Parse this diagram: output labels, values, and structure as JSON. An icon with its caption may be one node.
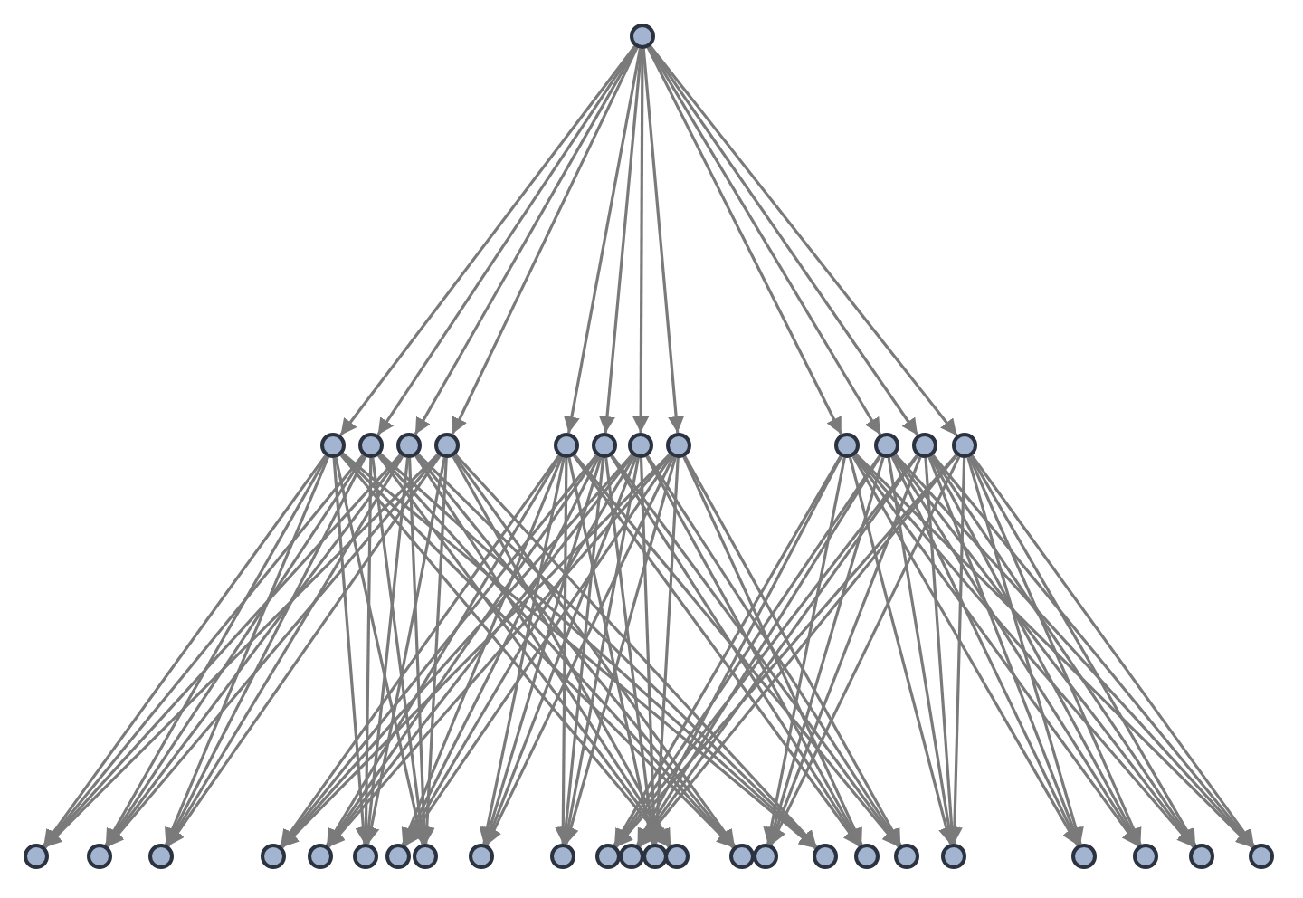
{
  "diagram": {
    "nodes": [
      {
        "text": [],
        "shape": "circle"
      },
      {
        "text": [],
        "shape": "circle"
      },
      {
        "text": [],
        "shape": "circle"
      },
      {
        "text": [],
        "shape": "circle"
      },
      {
        "text": [],
        "shape": "circle"
      },
      {
        "text": [],
        "shape": "circle"
      },
      {
        "text": [],
        "shape": "circle"
      },
      {
        "text": [],
        "shape": "circle"
      },
      {
        "text": [],
        "shape": "circle"
      },
      {
        "text": [],
        "shape": "circle"
      },
      {
        "text": [],
        "shape": "circle"
      },
      {
        "text": [],
        "shape": "circle"
      },
      {
        "text": [],
        "shape": "circle"
      },
      {
        "text": [],
        "shape": "circle"
      },
      {
        "text": [],
        "shape": "circle"
      },
      {
        "text": [],
        "shape": "circle"
      },
      {
        "text": [],
        "shape": "circle"
      },
      {
        "text": [],
        "shape": "circle"
      },
      {
        "text": [],
        "shape": "circle"
      },
      {
        "text": [],
        "shape": "circle"
      },
      {
        "text": [],
        "shape": "circle"
      },
      {
        "text": [],
        "shape": "circle"
      },
      {
        "text": [],
        "shape": "circle"
      },
      {
        "text": [],
        "shape": "circle"
      },
      {
        "text": [],
        "shape": "circle"
      },
      {
        "text": [],
        "shape": "circle"
      },
      {
        "text": [],
        "shape": "circle"
      },
      {
        "text": [],
        "shape": "circle"
      },
      {
        "text": [],
        "shape": "circle"
      },
      {
        "text": [],
        "shape": "circle"
      },
      {
        "text": [],
        "shape": "circle"
      },
      {
        "text": [],
        "shape": "circle"
      },
      {
        "text": [],
        "shape": "circle"
      },
      {
        "text": [],
        "shape": "circle"
      },
      {
        "text": [],
        "shape": "circle"
      },
      {
        "text": [],
        "shape": "circle"
      },
      {
        "text": [],
        "shape": "circle"
      }
    ],
    "edges": [
      {
        "from": 0,
        "to": 1,
        "arrow": "to"
      },
      {
        "from": 0,
        "to": 2,
        "arrow": "to"
      },
      {
        "from": 0,
        "to": 3,
        "arrow": "to"
      },
      {
        "from": 0,
        "to": 4,
        "arrow": "to"
      },
      {
        "from": 0,
        "to": 5,
        "arrow": "to"
      },
      {
        "from": 0,
        "to": 6,
        "arrow": "to"
      },
      {
        "from": 0,
        "to": 7,
        "arrow": "to"
      },
      {
        "from": 0,
        "to": 8,
        "arrow": "to"
      },
      {
        "from": 0,
        "to": 9,
        "arrow": "to"
      },
      {
        "from": 0,
        "to": 10,
        "arrow": "to"
      },
      {
        "from": 0,
        "to": 11,
        "arrow": "to"
      },
      {
        "from": 0,
        "to": 12,
        "arrow": "to"
      },
      {
        "from": 1,
        "to": 13,
        "arrow": "to"
      },
      {
        "from": 1,
        "to": 14,
        "arrow": "to"
      },
      {
        "from": 1,
        "to": 15,
        "arrow": "to"
      },
      {
        "from": 1,
        "to": 18,
        "arrow": "to"
      },
      {
        "from": 1,
        "to": 20,
        "arrow": "to"
      },
      {
        "from": 1,
        "to": 26,
        "arrow": "to"
      },
      {
        "from": 1,
        "to": 27,
        "arrow": "to"
      },
      {
        "from": 1,
        "to": 29,
        "arrow": "to"
      },
      {
        "from": 2,
        "to": 13,
        "arrow": "to"
      },
      {
        "from": 2,
        "to": 14,
        "arrow": "to"
      },
      {
        "from": 2,
        "to": 15,
        "arrow": "to"
      },
      {
        "from": 2,
        "to": 18,
        "arrow": "to"
      },
      {
        "from": 2,
        "to": 20,
        "arrow": "to"
      },
      {
        "from": 2,
        "to": 26,
        "arrow": "to"
      },
      {
        "from": 2,
        "to": 27,
        "arrow": "to"
      },
      {
        "from": 2,
        "to": 29,
        "arrow": "to"
      },
      {
        "from": 3,
        "to": 13,
        "arrow": "to"
      },
      {
        "from": 3,
        "to": 14,
        "arrow": "to"
      },
      {
        "from": 3,
        "to": 15,
        "arrow": "to"
      },
      {
        "from": 3,
        "to": 18,
        "arrow": "to"
      },
      {
        "from": 3,
        "to": 20,
        "arrow": "to"
      },
      {
        "from": 3,
        "to": 26,
        "arrow": "to"
      },
      {
        "from": 3,
        "to": 27,
        "arrow": "to"
      },
      {
        "from": 3,
        "to": 29,
        "arrow": "to"
      },
      {
        "from": 4,
        "to": 13,
        "arrow": "to"
      },
      {
        "from": 4,
        "to": 14,
        "arrow": "to"
      },
      {
        "from": 4,
        "to": 15,
        "arrow": "to"
      },
      {
        "from": 4,
        "to": 18,
        "arrow": "to"
      },
      {
        "from": 4,
        "to": 20,
        "arrow": "to"
      },
      {
        "from": 4,
        "to": 26,
        "arrow": "to"
      },
      {
        "from": 4,
        "to": 27,
        "arrow": "to"
      },
      {
        "from": 4,
        "to": 29,
        "arrow": "to"
      },
      {
        "from": 5,
        "to": 16,
        "arrow": "to"
      },
      {
        "from": 5,
        "to": 17,
        "arrow": "to"
      },
      {
        "from": 5,
        "to": 19,
        "arrow": "to"
      },
      {
        "from": 5,
        "to": 21,
        "arrow": "to"
      },
      {
        "from": 5,
        "to": 22,
        "arrow": "to"
      },
      {
        "from": 5,
        "to": 25,
        "arrow": "to"
      },
      {
        "from": 5,
        "to": 30,
        "arrow": "to"
      },
      {
        "from": 5,
        "to": 31,
        "arrow": "to"
      },
      {
        "from": 6,
        "to": 16,
        "arrow": "to"
      },
      {
        "from": 6,
        "to": 17,
        "arrow": "to"
      },
      {
        "from": 6,
        "to": 19,
        "arrow": "to"
      },
      {
        "from": 6,
        "to": 21,
        "arrow": "to"
      },
      {
        "from": 6,
        "to": 22,
        "arrow": "to"
      },
      {
        "from": 6,
        "to": 25,
        "arrow": "to"
      },
      {
        "from": 6,
        "to": 30,
        "arrow": "to"
      },
      {
        "from": 6,
        "to": 31,
        "arrow": "to"
      },
      {
        "from": 7,
        "to": 16,
        "arrow": "to"
      },
      {
        "from": 7,
        "to": 17,
        "arrow": "to"
      },
      {
        "from": 7,
        "to": 19,
        "arrow": "to"
      },
      {
        "from": 7,
        "to": 21,
        "arrow": "to"
      },
      {
        "from": 7,
        "to": 22,
        "arrow": "to"
      },
      {
        "from": 7,
        "to": 25,
        "arrow": "to"
      },
      {
        "from": 7,
        "to": 30,
        "arrow": "to"
      },
      {
        "from": 7,
        "to": 31,
        "arrow": "to"
      },
      {
        "from": 8,
        "to": 16,
        "arrow": "to"
      },
      {
        "from": 8,
        "to": 17,
        "arrow": "to"
      },
      {
        "from": 8,
        "to": 19,
        "arrow": "to"
      },
      {
        "from": 8,
        "to": 21,
        "arrow": "to"
      },
      {
        "from": 8,
        "to": 22,
        "arrow": "to"
      },
      {
        "from": 8,
        "to": 25,
        "arrow": "to"
      },
      {
        "from": 8,
        "to": 30,
        "arrow": "to"
      },
      {
        "from": 8,
        "to": 31,
        "arrow": "to"
      },
      {
        "from": 9,
        "to": 23,
        "arrow": "to"
      },
      {
        "from": 9,
        "to": 24,
        "arrow": "to"
      },
      {
        "from": 9,
        "to": 28,
        "arrow": "to"
      },
      {
        "from": 9,
        "to": 32,
        "arrow": "to"
      },
      {
        "from": 9,
        "to": 33,
        "arrow": "to"
      },
      {
        "from": 9,
        "to": 34,
        "arrow": "to"
      },
      {
        "from": 9,
        "to": 35,
        "arrow": "to"
      },
      {
        "from": 9,
        "to": 36,
        "arrow": "to"
      },
      {
        "from": 10,
        "to": 23,
        "arrow": "to"
      },
      {
        "from": 10,
        "to": 24,
        "arrow": "to"
      },
      {
        "from": 10,
        "to": 28,
        "arrow": "to"
      },
      {
        "from": 10,
        "to": 32,
        "arrow": "to"
      },
      {
        "from": 10,
        "to": 33,
        "arrow": "to"
      },
      {
        "from": 10,
        "to": 34,
        "arrow": "to"
      },
      {
        "from": 10,
        "to": 35,
        "arrow": "to"
      },
      {
        "from": 10,
        "to": 36,
        "arrow": "to"
      },
      {
        "from": 11,
        "to": 23,
        "arrow": "to"
      },
      {
        "from": 11,
        "to": 24,
        "arrow": "to"
      },
      {
        "from": 11,
        "to": 28,
        "arrow": "to"
      },
      {
        "from": 11,
        "to": 32,
        "arrow": "to"
      },
      {
        "from": 11,
        "to": 33,
        "arrow": "to"
      },
      {
        "from": 11,
        "to": 34,
        "arrow": "to"
      },
      {
        "from": 11,
        "to": 35,
        "arrow": "to"
      },
      {
        "from": 11,
        "to": 36,
        "arrow": "to"
      },
      {
        "from": 12,
        "to": 23,
        "arrow": "to"
      },
      {
        "from": 12,
        "to": 24,
        "arrow": "to"
      },
      {
        "from": 12,
        "to": 28,
        "arrow": "to"
      },
      {
        "from": 12,
        "to": 32,
        "arrow": "to"
      },
      {
        "from": 12,
        "to": 33,
        "arrow": "to"
      },
      {
        "from": 12,
        "to": 34,
        "arrow": "to"
      },
      {
        "from": 12,
        "to": 35,
        "arrow": "to"
      },
      {
        "from": 12,
        "to": 36,
        "arrow": "to"
      }
    ]
  }
}
